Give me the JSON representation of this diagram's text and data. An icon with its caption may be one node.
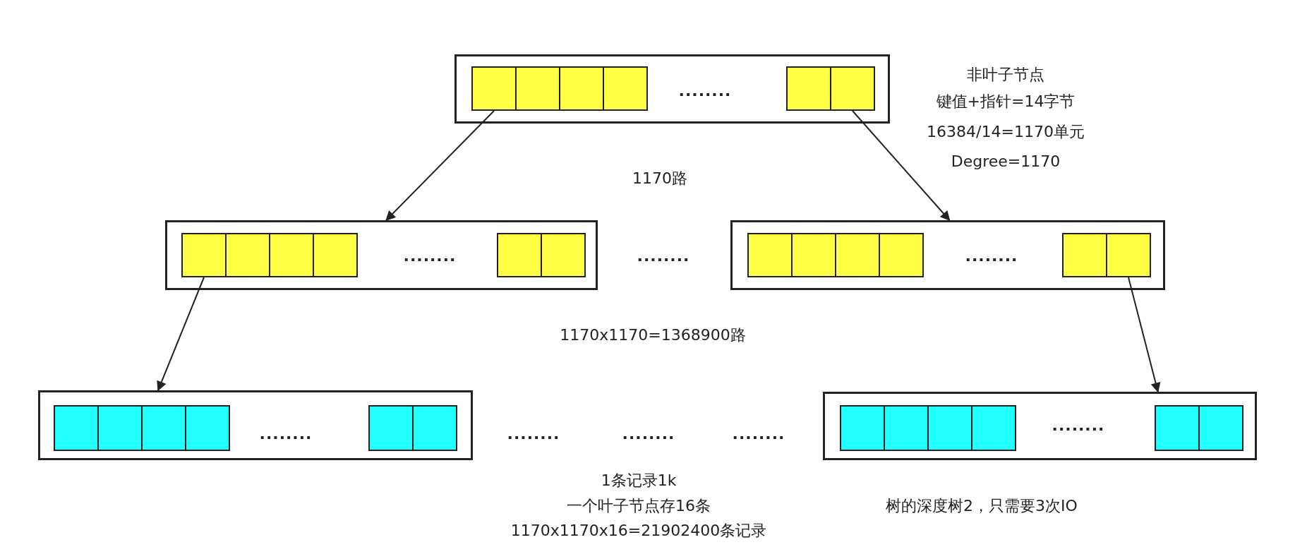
{
  "diagram": {
    "nodes": [
      {
        "text": [],
        "shape": "box"
      },
      {
        "text": [],
        "shape": "box",
        "in": 0
      },
      {
        "text": [],
        "shape": "box",
        "in": 0
      },
      {
        "text": [],
        "shape": "box",
        "in": 0
      },
      {
        "text": [],
        "shape": "box",
        "in": 0
      },
      {
        "text": [],
        "shape": "box",
        "in": 0
      },
      {
        "text": [],
        "shape": "box",
        "in": 0
      },
      {
        "text": [],
        "shape": "box"
      },
      {
        "text": [],
        "shape": "box",
        "in": 7
      },
      {
        "text": [],
        "shape": "box",
        "in": 7
      },
      {
        "text": [],
        "shape": "box",
        "in": 7
      },
      {
        "text": [],
        "shape": "box",
        "in": 7
      },
      {
        "text": [],
        "shape": "box",
        "in": 7
      },
      {
        "text": [],
        "shape": "box",
        "in": 7
      },
      {
        "text": [],
        "shape": "box"
      },
      {
        "text": [],
        "shape": "box",
        "in": 14
      },
      {
        "text": [],
        "shape": "box",
        "in": 14
      },
      {
        "text": [],
        "shape": "box",
        "in": 14
      },
      {
        "text": [],
        "shape": "box",
        "in": 14
      },
      {
        "text": [],
        "shape": "box",
        "in": 14
      },
      {
        "text": [],
        "shape": "box",
        "in": 14
      },
      {
        "text": [],
        "shape": "box"
      },
      {
        "text": [],
        "shape": "box",
        "in": 21
      },
      {
        "text": [],
        "shape": "box",
        "in": 21
      },
      {
        "text": [],
        "shape": "box",
        "in": 21
      },
      {
        "text": [],
        "shape": "box",
        "in": 21
      },
      {
        "text": [],
        "shape": "box",
        "in": 21
      },
      {
        "text": [],
        "shape": "box",
        "in": 21
      },
      {
        "text": [],
        "shape": "box"
      },
      {
        "text": [],
        "shape": "box",
        "in": 28
      },
      {
        "text": [],
        "shape": "box",
        "in": 28
      },
      {
        "text": [],
        "shape": "box",
        "in": 28
      },
      {
        "text": [],
        "shape": "box",
        "in": 28
      },
      {
        "text": [],
        "shape": "box",
        "in": 28
      },
      {
        "text": [],
        "shape": "box",
        "in": 28
      }
    ],
    "edges": [
      {
        "from": 1,
        "to": 7,
        "arrow": "to"
      },
      {
        "from": 6,
        "to": 14,
        "arrow": "to"
      },
      {
        "from": 8,
        "to": 21,
        "arrow": "to"
      },
      {
        "from": 20,
        "to": 28,
        "arrow": "to"
      }
    ],
    "labels": [
      "非叶子节点",
      "........",
      "键值+指针=14字节",
      "16384/14=1170单元",
      "Degree=1170",
      "1170路",
      "........",
      "........",
      "........",
      "1170x1170=1368900路",
      "........",
      "........",
      "........",
      "........",
      "........",
      "1条记录1k",
      "一个叶子节点存16条",
      "树的深度树2，只需要3次IO",
      "1170x1170x16=21902400条记录"
    ]
  }
}
